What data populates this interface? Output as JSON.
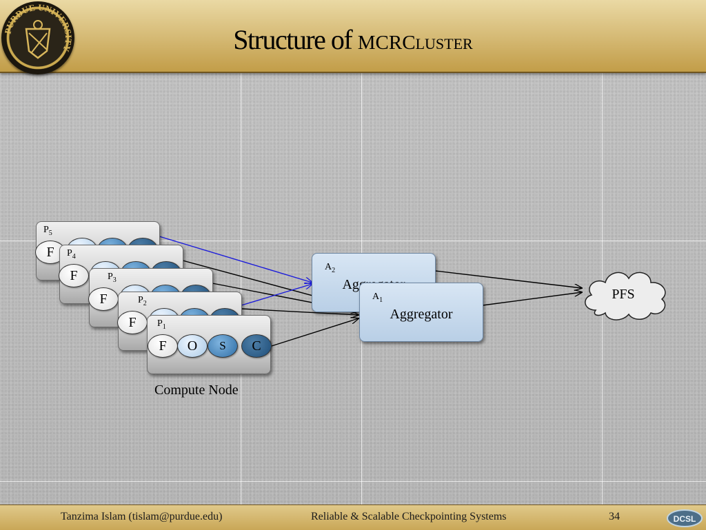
{
  "header": {
    "title_main": "Structure of ",
    "title_sc": "MCRC",
    "title_sc2": "LUSTER",
    "logo_text": "PURDUE UNIVERSITY"
  },
  "diagram": {
    "processes": [
      {
        "label": "P",
        "sub": "5",
        "ovals": [
          "F"
        ]
      },
      {
        "label": "P",
        "sub": "4",
        "ovals": [
          "F"
        ]
      },
      {
        "label": "P",
        "sub": "3",
        "ovals": [
          "F"
        ]
      },
      {
        "label": "P",
        "sub": "2",
        "ovals": [
          "F"
        ]
      },
      {
        "label": "P",
        "sub": "1",
        "ovals": [
          "F",
          "O",
          "S",
          "C"
        ]
      }
    ],
    "aggregators": [
      {
        "label": "A",
        "sub": "2",
        "name": "Aggregator"
      },
      {
        "label": "A",
        "sub": "1",
        "name": "Aggregator"
      }
    ],
    "pfs_label": "PFS",
    "compute_node_label": "Compute Node",
    "colors": {
      "blue_arrow": "#1a1adb",
      "black_arrow": "#000000"
    }
  },
  "footer": {
    "author": "Tanzima Islam (tislam@purdue.edu)",
    "talk": "Reliable & Scalable Checkpointing Systems",
    "page": "34",
    "lab_logo_text": "DCSL"
  }
}
